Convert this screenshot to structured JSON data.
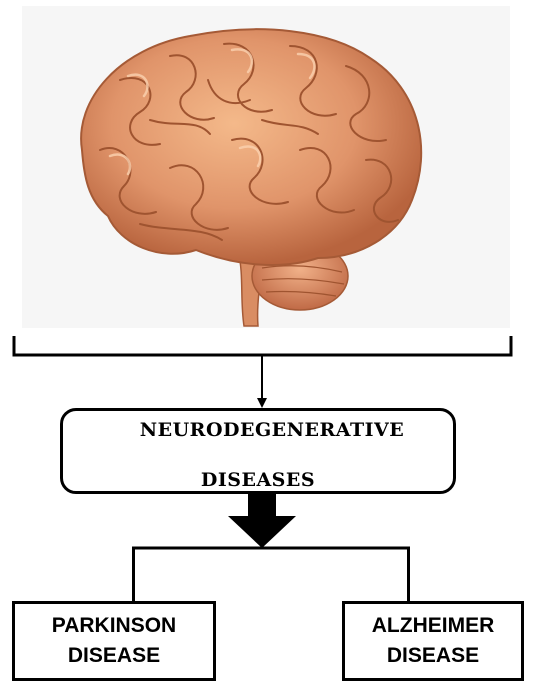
{
  "diagram": {
    "root": {
      "line1": "NEURODEGENERATIVE",
      "line2": "DISEASES"
    },
    "children": [
      {
        "line1": "PARKINSON",
        "line2": "DISEASE"
      },
      {
        "line1": "ALZHEIMER",
        "line2": "DISEASE"
      }
    ],
    "image": {
      "icon": "brain-illustration"
    }
  }
}
